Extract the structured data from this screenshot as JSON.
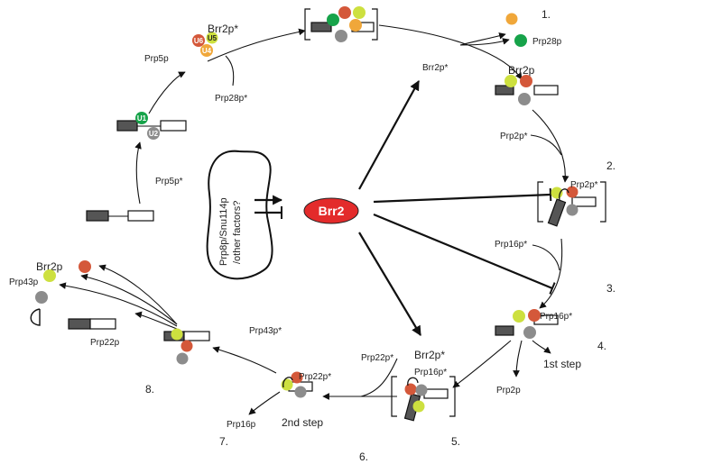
{
  "colors": {
    "yellow_green": "#cde03f",
    "orange_red": "#d4583a",
    "orange": "#f0a73a",
    "green": "#17a34a",
    "grey": "#8c8c8c",
    "dark_exon": "#555555",
    "brr2_red": "#e32b2b"
  },
  "stage_numbers": [
    "1.",
    "2.",
    "3.",
    "4.",
    "5.",
    "6.",
    "7.",
    "8."
  ],
  "center": {
    "brr2": "Brr2",
    "cofactors_line1": "Prp8p/Snu114p",
    "cofactors_line2": "/other factors?"
  },
  "snrnps": {
    "u1": "U1",
    "u2": "U2",
    "u4": "U4",
    "u5": "U5",
    "u6": "U6"
  },
  "labels": {
    "brr2p_star_top": "Brr2p*",
    "prp5p": "Prp5p",
    "prp28p_star": "Prp28p*",
    "prp5p_star": "Prp5p*",
    "prp28p": "Prp28p",
    "brr2p_star_mid": "Brr2p*",
    "brr2p_stage1": "Brr2p",
    "prp2p_star_in": "Prp2p*",
    "prp2p_star_on": "Prp2p*",
    "prp16p_star_in": "Prp16p*",
    "prp16p_star_on": "Prp16p*",
    "first_step": "1st step",
    "prp2p": "Prp2p",
    "brr2p_star_bottom": "Brr2p*",
    "prp16p_star_bottom": "Prp16p*",
    "prp22p_star_in": "Prp22p*",
    "prp22p_star_on": "Prp22p*",
    "second_step": "2nd step",
    "prp16p": "Prp16p",
    "prp43p_star": "Prp43p*",
    "brr2p_released": "Brr2p",
    "prp43p": "Prp43p",
    "prp22p": "Prp22p"
  }
}
